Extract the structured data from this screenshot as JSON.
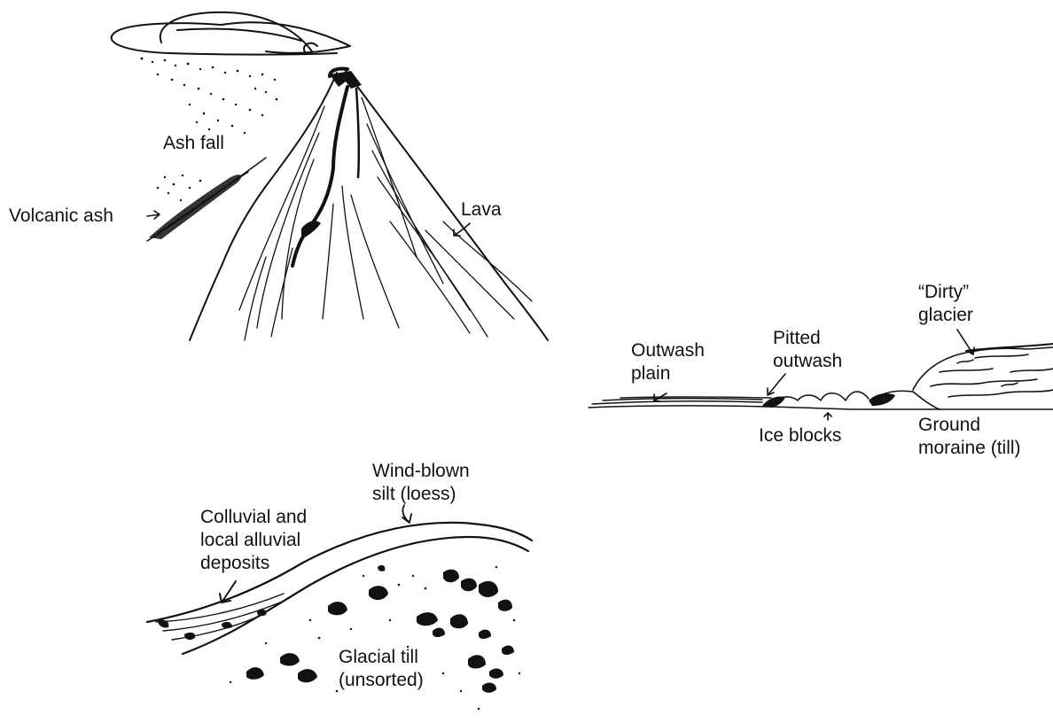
{
  "diagram": {
    "volcano": {
      "ash_fall": "Ash fall",
      "volcanic_ash": "Volcanic ash",
      "lava": "Lava"
    },
    "glacier": {
      "outwash_plain_line1": "Outwash",
      "outwash_plain_line2": "plain",
      "pitted_outwash_line1": "Pitted",
      "pitted_outwash_line2": "outwash",
      "dirty_glacier_line1": "“Dirty”",
      "dirty_glacier_line2": "glacier",
      "ice_blocks": "Ice blocks",
      "ground_moraine_line1": "Ground",
      "ground_moraine_line2": "moraine (till)"
    },
    "hillslope": {
      "wind_blown_line1": "Wind-blown",
      "wind_blown_line2": "silt (loess)",
      "colluvial_line1": "Colluvial and",
      "colluvial_line2": "local alluvial",
      "colluvial_line3": "deposits",
      "glacial_till_line1": "Glacial till",
      "glacial_till_line2": "(unsorted)"
    }
  }
}
